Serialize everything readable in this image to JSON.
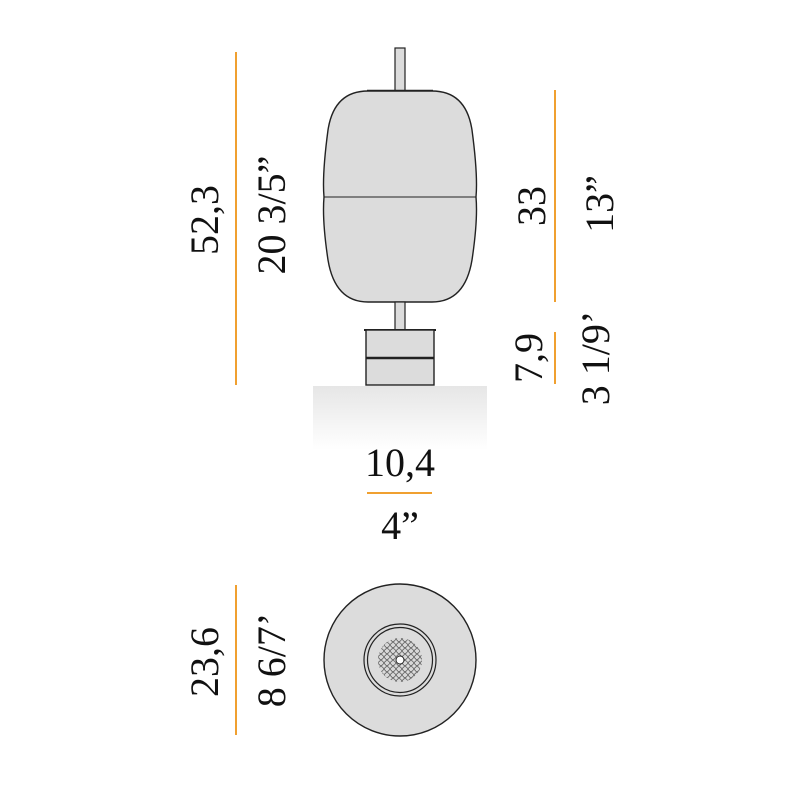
{
  "colors": {
    "dimension_line": "#f0a030",
    "lamp_fill": "#dcdcdc",
    "outline": "#222222"
  },
  "side_view": {
    "total_height_cm": "52,3",
    "total_height_in": "20 3/5”",
    "shade_height_cm": "33",
    "shade_height_in": "13”",
    "base_height_cm": "7,9",
    "base_height_in": "3 1/9’",
    "base_width_cm": "10,4",
    "base_width_in": "4”"
  },
  "top_view": {
    "diameter_cm": "23,6",
    "diameter_in": "8 6/7’"
  }
}
